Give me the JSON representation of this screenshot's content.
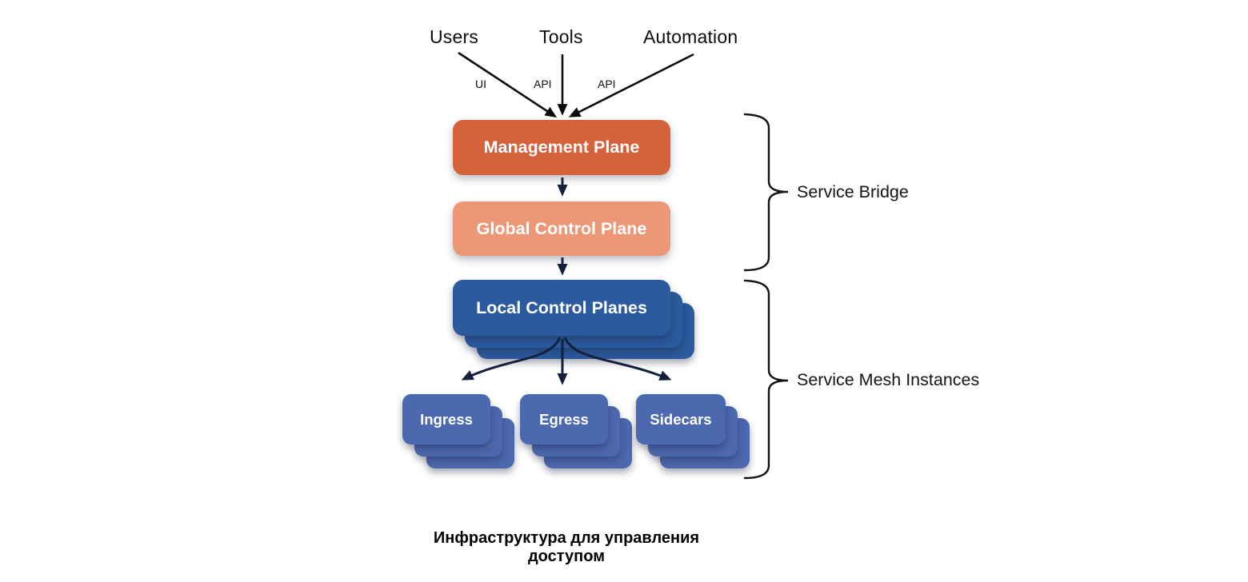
{
  "diagram": {
    "sources": [
      {
        "label": "Users",
        "edge": "UI"
      },
      {
        "label": "Tools",
        "edge": "API"
      },
      {
        "label": "Automation",
        "edge": "API"
      }
    ],
    "nodes": {
      "management": {
        "label": "Management Plane",
        "color": "#D5623A"
      },
      "global": {
        "label": "Global Control Plane",
        "color": "#EC9877"
      },
      "local": {
        "label": "Local Control Planes",
        "color": "#2B5A9E"
      },
      "ingress": {
        "label": "Ingress",
        "color": "#4C68AE"
      },
      "egress": {
        "label": "Egress",
        "color": "#4C68AE"
      },
      "sidecars": {
        "label": "Sidecars",
        "color": "#4C68AE"
      }
    },
    "braces": [
      {
        "label": "Service Bridge"
      },
      {
        "label": "Service Mesh Instances"
      }
    ],
    "caption": "Инфраструктура для управления доступом",
    "colors": {
      "arrow_black": "#0A0A0A",
      "arrow_navy": "#14203C",
      "brace": "#141414"
    }
  }
}
